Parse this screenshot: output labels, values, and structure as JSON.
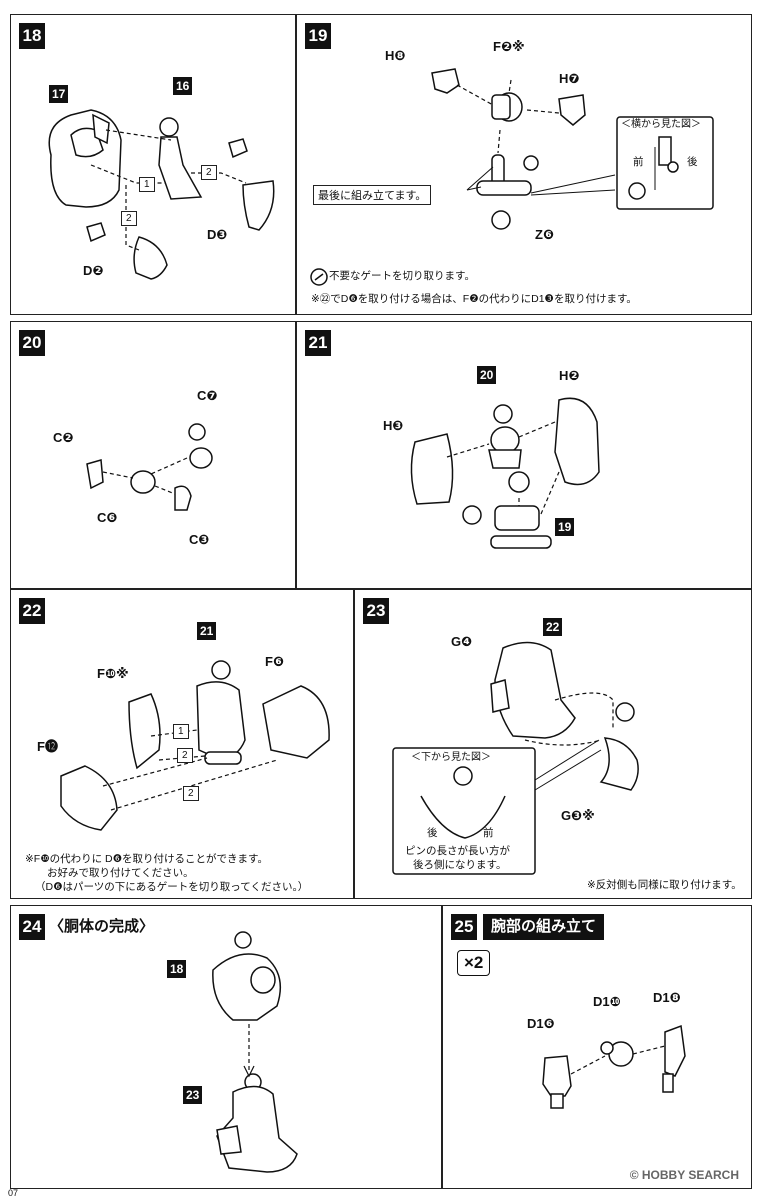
{
  "steps": {
    "s18": {
      "num": "18",
      "labels": {
        "p17": "17",
        "p16": "16",
        "d3": "D❸",
        "d2": "D❷",
        "n1": "1",
        "n2a": "2",
        "n2b": "2"
      }
    },
    "s19": {
      "num": "19",
      "labels": {
        "h8": "H❽",
        "f2": "F❷※",
        "h7": "H❼",
        "z6": "Z❻"
      },
      "side_view_title": "＜横から見た図＞",
      "front": "前",
      "back": "後",
      "last_assemble": "最後に組み立てます。",
      "note1": "不要なゲートを切り取ります。",
      "note2": "※㉒でD❻を取り付ける場合は、F❷の代わりにD1❸を取り付けます。"
    },
    "s20": {
      "num": "20",
      "labels": {
        "c7": "C❼",
        "c2": "C❷",
        "c6": "C❻",
        "c3": "C❸"
      }
    },
    "s21": {
      "num": "21",
      "labels": {
        "p20": "20",
        "h2": "H❷",
        "h3": "H❸",
        "p19": "19"
      }
    },
    "s22": {
      "num": "22",
      "labels": {
        "p21": "21",
        "f10": "F❿※",
        "f6": "F❻",
        "f12": "F⓬",
        "n1": "1",
        "n2a": "2",
        "n2b": "2"
      },
      "note_l1": "※F❿の代わりに D❻を取り付けることができます。",
      "note_l2": "お好みで取り付けてください。",
      "note_l3": "（D❻はパーツの下にあるゲートを切り取ってください。）"
    },
    "s23": {
      "num": "23",
      "labels": {
        "g4": "G❹",
        "p22": "22",
        "g3": "G❸※"
      },
      "bottom_view_title": "＜下から見た図＞",
      "back": "後",
      "front": "前",
      "pin_l1": "ピンの長さが長い方が",
      "pin_l2": "後ろ側になります。",
      "note": "※反対側も同様に取り付けます。"
    },
    "s24": {
      "num": "24",
      "title": "〈胴体の完成〉",
      "labels": {
        "p18": "18",
        "p23": "23"
      }
    },
    "s25": {
      "num": "25",
      "title": "腕部の組み立て",
      "times": "×2",
      "labels": {
        "d16": "D1❻",
        "d10": "D1❿",
        "d18": "D1❽"
      }
    }
  },
  "footer": {
    "page": "07",
    "watermark": "© HOBBY SEARCH"
  }
}
